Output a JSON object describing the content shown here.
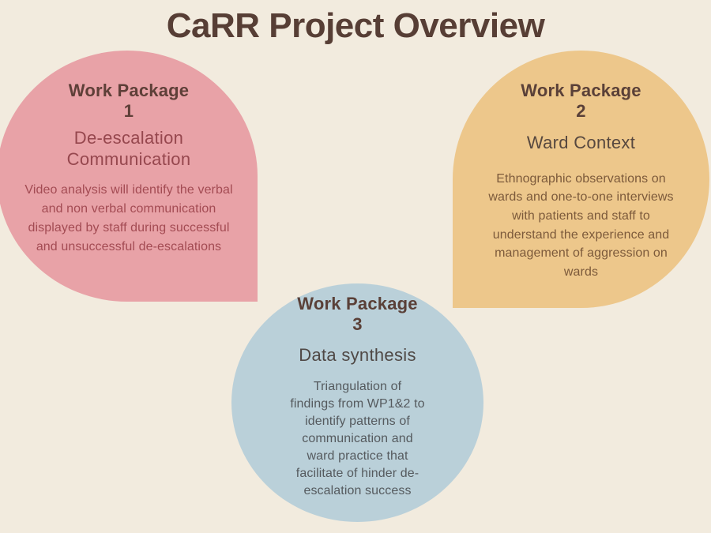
{
  "title": "CaRR Project Overview",
  "colors": {
    "background": "#f2ebde",
    "title_text": "#573e35",
    "heading_text": "#5a4038"
  },
  "packages": [
    {
      "id": "wp1",
      "heading": "Work Package\n1",
      "subtitle": "De-escalation\nCommunication",
      "body": "Video analysis will identify the verbal\nand non verbal communication\ndisplayed by staff during successful\nand unsuccessful de-escalations",
      "fill": "#e8a2a7",
      "heading_color": "#5e3f38",
      "subtitle_color": "#96474e",
      "body_color": "#a34b53"
    },
    {
      "id": "wp2",
      "heading": "Work Package\n2",
      "subtitle": "Ward Context",
      "body": "Ethnographic observations on\nwards and one-to-one interviews\nwith patients and staff to\nunderstand the experience and\nmanagement of aggression on\nwards",
      "fill": "#edc78b",
      "heading_color": "#5a4038",
      "subtitle_color": "#57483f",
      "body_color": "#7c5a3b"
    },
    {
      "id": "wp3",
      "heading": "Work Package\n3",
      "subtitle": "Data synthesis",
      "body": "Triangulation of\nfindings from WP1&2 to\nidentify patterns of\ncommunication and\nward practice that\nfacilitate of hinder de-\nescalation success",
      "fill": "#bad0d9",
      "heading_color": "#5a4038",
      "subtitle_color": "#4f4845",
      "body_color": "#555a5e"
    }
  ]
}
